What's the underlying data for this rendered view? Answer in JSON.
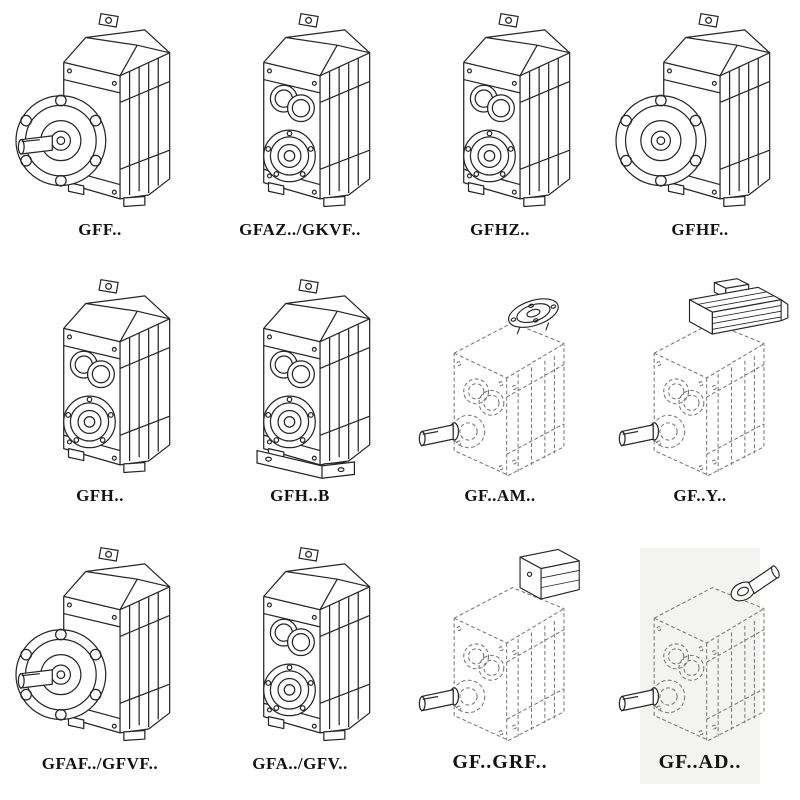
{
  "colors": {
    "background": "#ffffff",
    "line": "#262626",
    "dashed_line": "#787878",
    "shaded_panel": "#f3f3f1",
    "label_text": "#121212"
  },
  "catalog": {
    "rows": 3,
    "cols": 4,
    "items": [
      {
        "label": "GFF..",
        "drawing": "gearbox-flange-solid-shaft-icon"
      },
      {
        "label": "GFAZ../GKVF..",
        "drawing": "gearbox-hollow-shaft-icon"
      },
      {
        "label": "GFHZ..",
        "drawing": "gearbox-hollow-shrink-disc-icon"
      },
      {
        "label": "GFHF..",
        "drawing": "gearbox-flange-mounted-icon"
      },
      {
        "label": "GFH..",
        "drawing": "gearbox-hollow-shaft-icon"
      },
      {
        "label": "GFH..B",
        "drawing": "gearbox-hollow-shaft-base-icon"
      },
      {
        "label": "GF..AM..",
        "drawing": "gearbox-iec-adapter-dashed-icon"
      },
      {
        "label": "GF..Y..",
        "drawing": "gearbox-with-motor-dashed-icon"
      },
      {
        "label": "GFAF../GFVF..",
        "drawing": "gearbox-flange-solid-shaft-icon"
      },
      {
        "label": "GFA../GFV..",
        "drawing": "gearbox-hollow-shaft-icon"
      },
      {
        "label": "GF..GRF..",
        "drawing": "gearbox-adapter-housing-dashed-icon"
      },
      {
        "label": "GF..AD..",
        "drawing": "gearbox-input-shaft-dashed-icon"
      }
    ]
  }
}
